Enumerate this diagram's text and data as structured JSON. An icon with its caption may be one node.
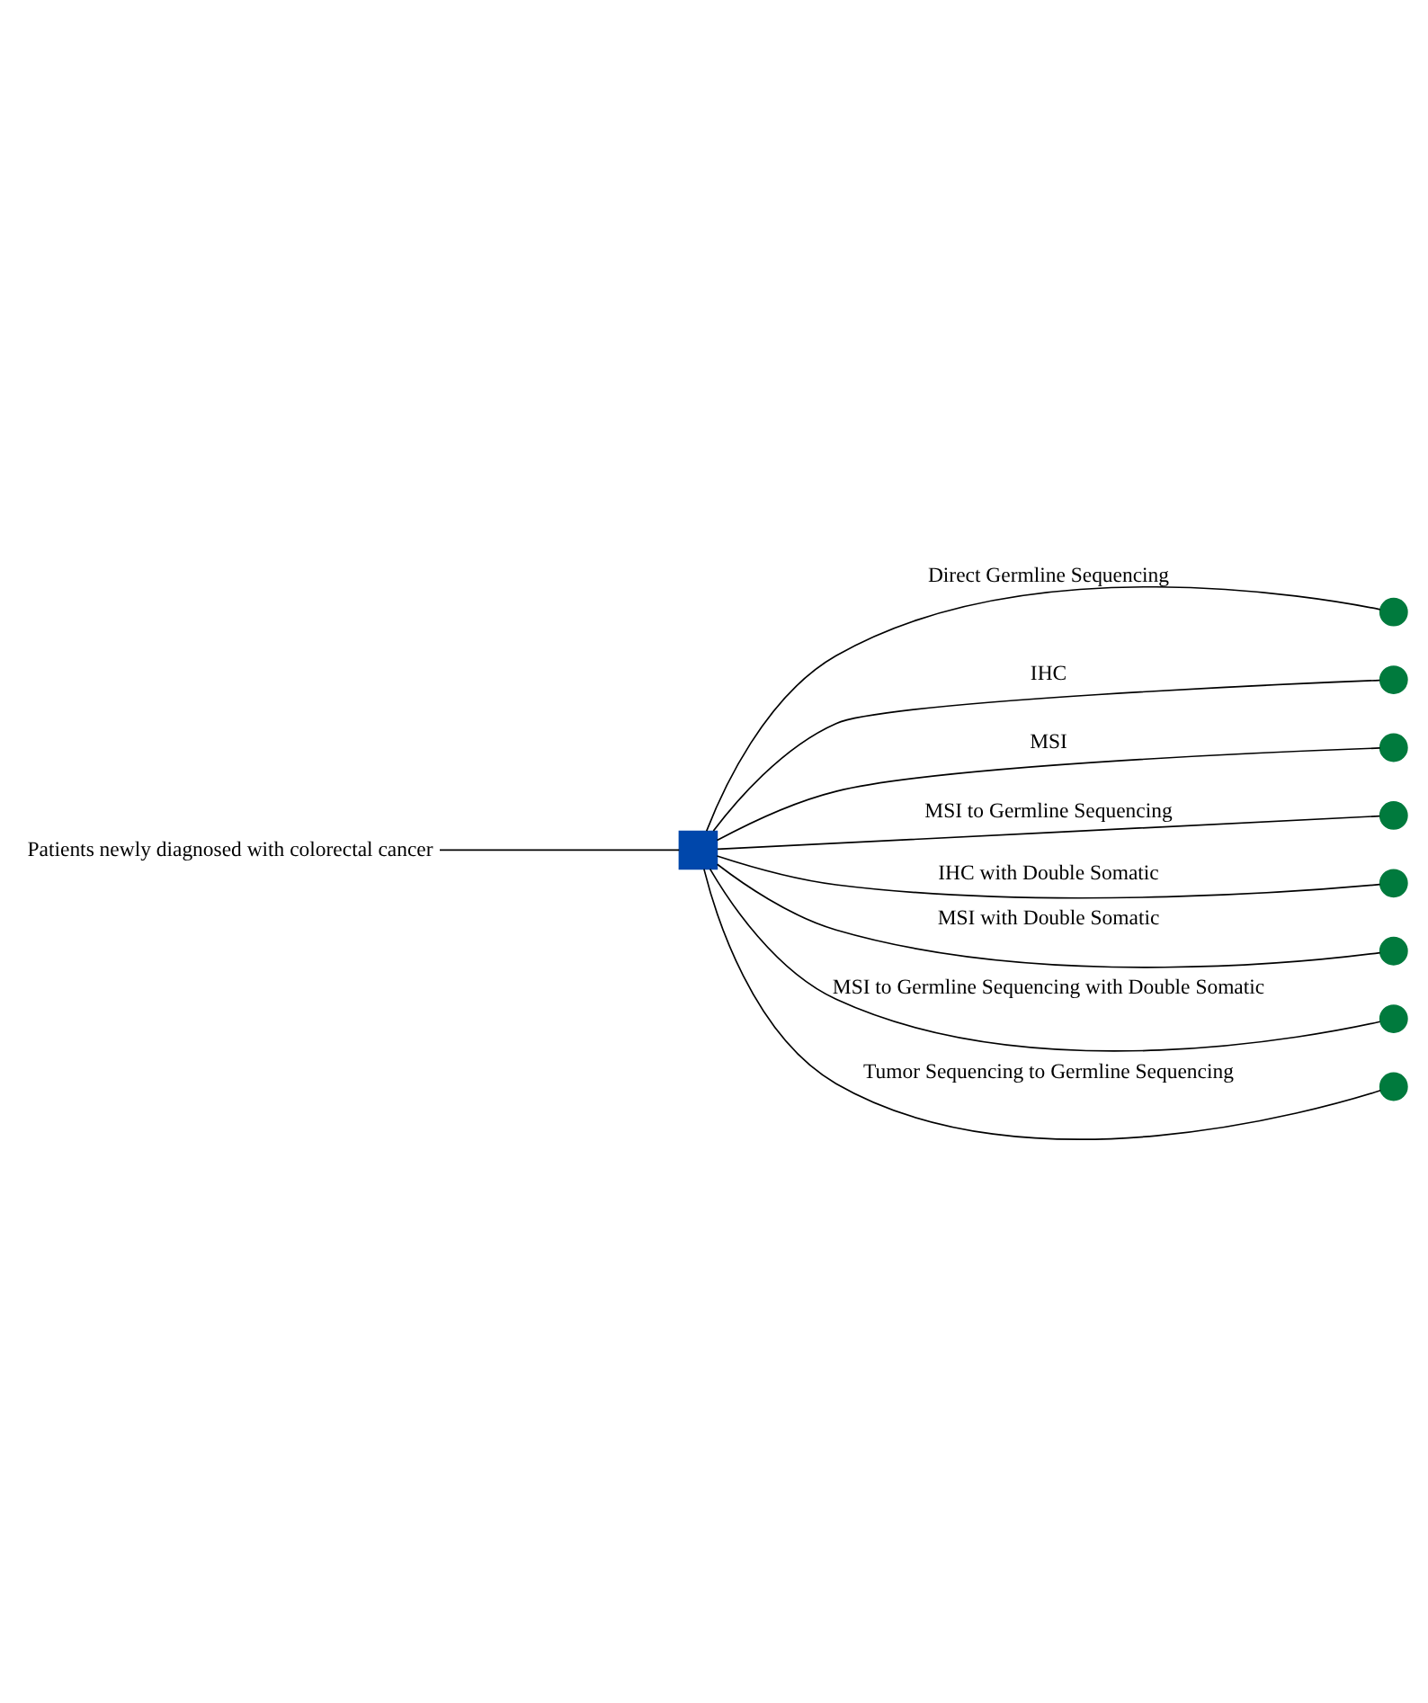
{
  "diagram": {
    "nodes": [
      {
        "text": [
          "Patients newly diagnosed with colorectal cancer"
        ]
      },
      {
        "text": [],
        "shape": "box"
      },
      {
        "text": [],
        "shape": "circle"
      },
      {
        "text": [],
        "shape": "circle"
      },
      {
        "text": [],
        "shape": "circle"
      },
      {
        "text": [],
        "shape": "circle"
      },
      {
        "text": [],
        "shape": "circle"
      },
      {
        "text": [],
        "shape": "circle"
      },
      {
        "text": [],
        "shape": "circle"
      },
      {
        "text": [],
        "shape": "circle"
      }
    ],
    "edges": [
      {
        "from": 0,
        "to": 1,
        "arrow": "none"
      },
      {
        "from": 1,
        "to": 2,
        "arrow": "none",
        "label": "Direct Germline Sequencing"
      },
      {
        "from": 1,
        "to": 3,
        "arrow": "none",
        "label": "IHC"
      },
      {
        "from": 1,
        "to": 4,
        "arrow": "none",
        "label": "MSI"
      },
      {
        "from": 1,
        "to": 5,
        "arrow": "none",
        "label": "MSI to Germline Sequencing"
      },
      {
        "from": 1,
        "to": 6,
        "arrow": "none",
        "label": "IHC with Double Somatic"
      },
      {
        "from": 1,
        "to": 7,
        "arrow": "none",
        "label": "MSI with Double Somatic"
      },
      {
        "from": 1,
        "to": 8,
        "arrow": "none",
        "label": "MSI to Germline Sequencing with Double Somatic"
      },
      {
        "from": 1,
        "to": 9,
        "arrow": "none",
        "label": "Tumor Sequencing to Germline Sequencing"
      }
    ]
  }
}
